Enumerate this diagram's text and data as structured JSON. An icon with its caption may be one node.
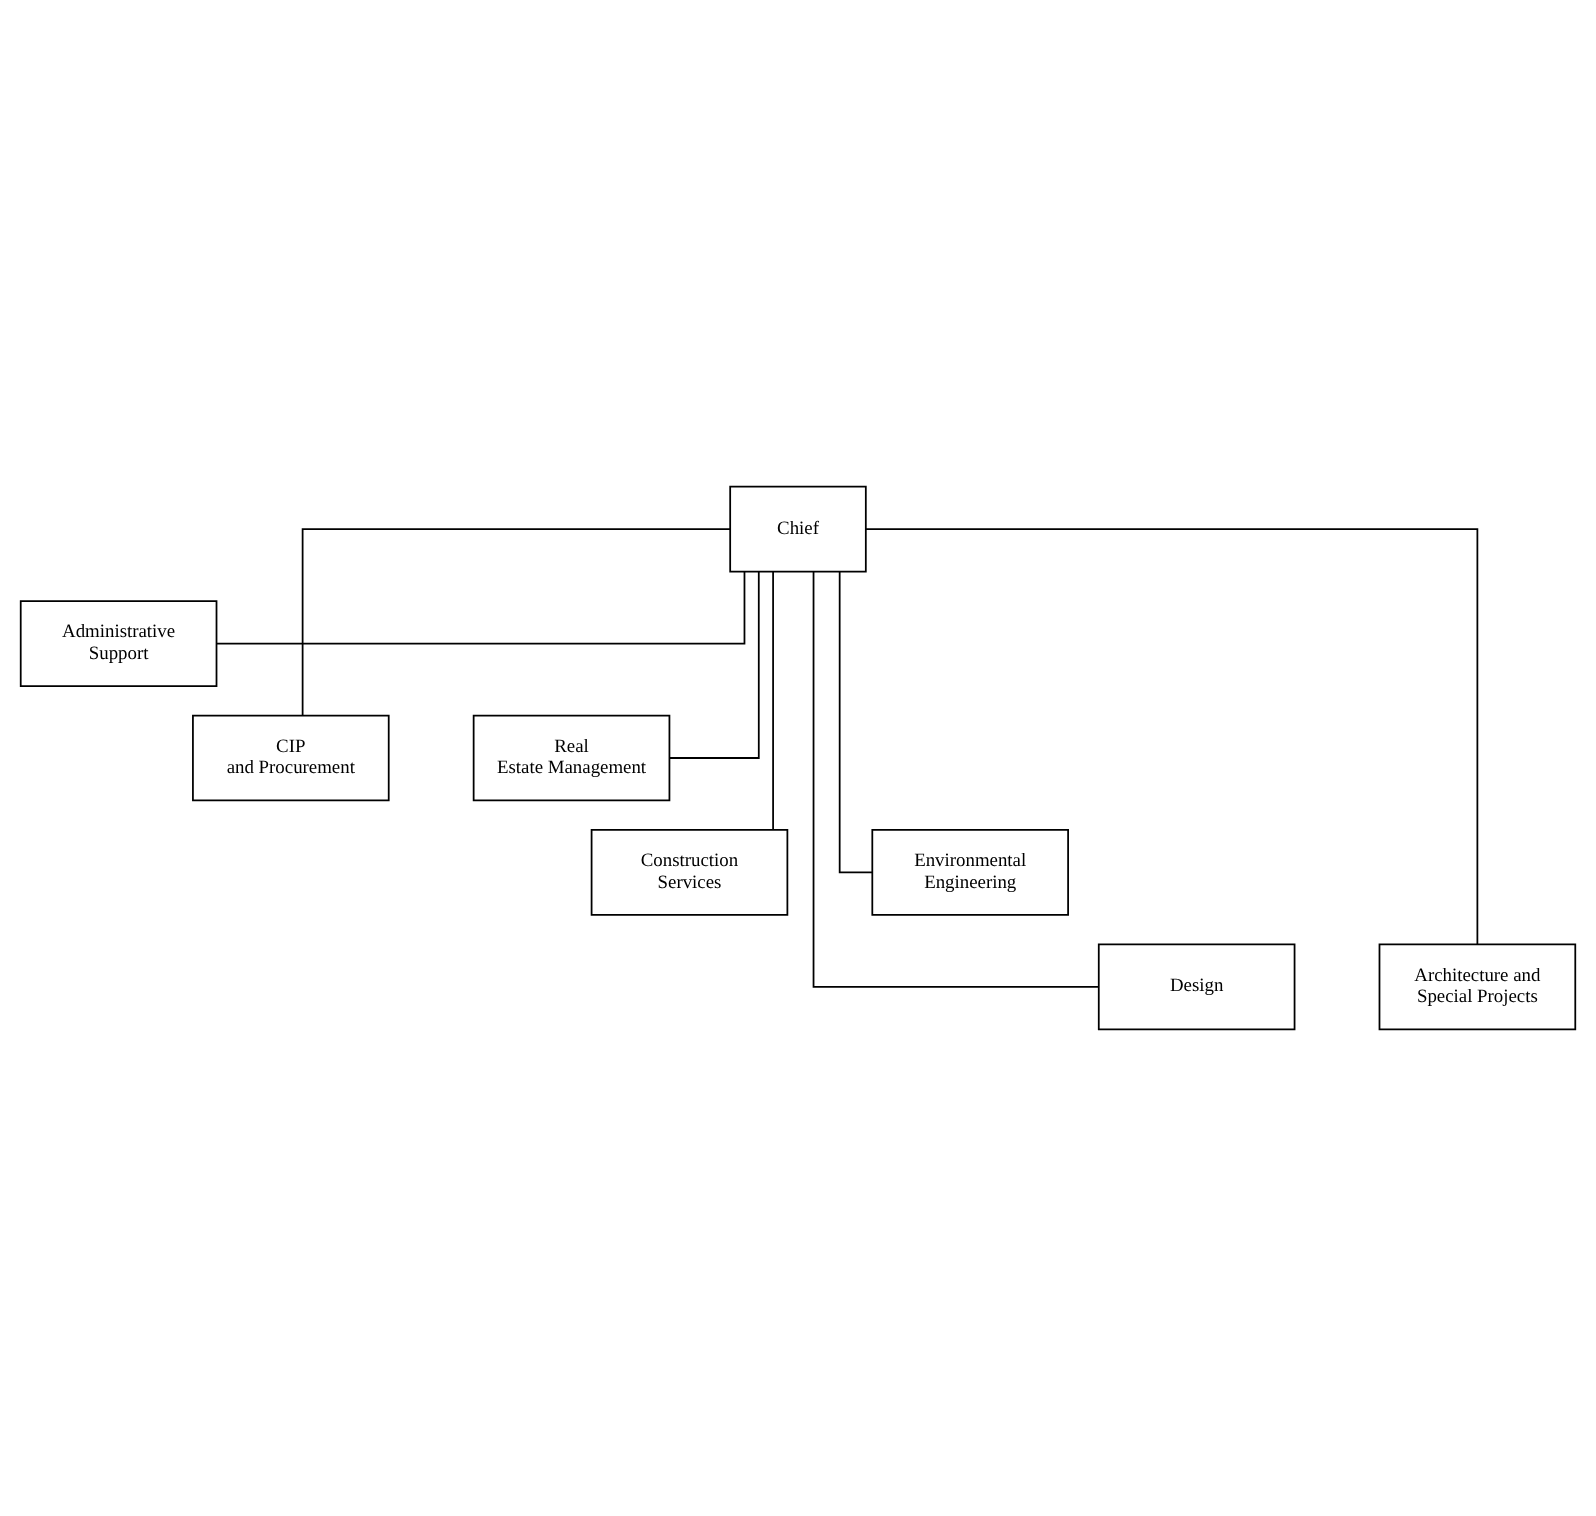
{
  "diagram": {
    "nodes": [
      {
        "text": [
          "Chief"
        ]
      },
      {
        "text": [
          "Administrative Support"
        ]
      },
      {
        "text": [
          "CIP and Procurement"
        ]
      },
      {
        "text": [
          "Real Estate Management"
        ]
      },
      {
        "text": [
          "Construction Services"
        ]
      },
      {
        "text": [
          "Environmental Engineering"
        ]
      },
      {
        "text": [
          "Design"
        ]
      },
      {
        "text": [
          "Architecture and Special Projects"
        ]
      }
    ],
    "edges": [
      {
        "from": 0,
        "to": 1,
        "arrow": "none"
      },
      {
        "from": 0,
        "to": 2,
        "arrow": "none"
      },
      {
        "from": 0,
        "to": 3,
        "arrow": "none"
      },
      {
        "from": 0,
        "to": 4,
        "arrow": "none"
      },
      {
        "from": 0,
        "to": 5,
        "arrow": "none"
      },
      {
        "from": 0,
        "to": 6,
        "arrow": "none"
      },
      {
        "from": 0,
        "to": 7,
        "arrow": "none"
      }
    ]
  }
}
